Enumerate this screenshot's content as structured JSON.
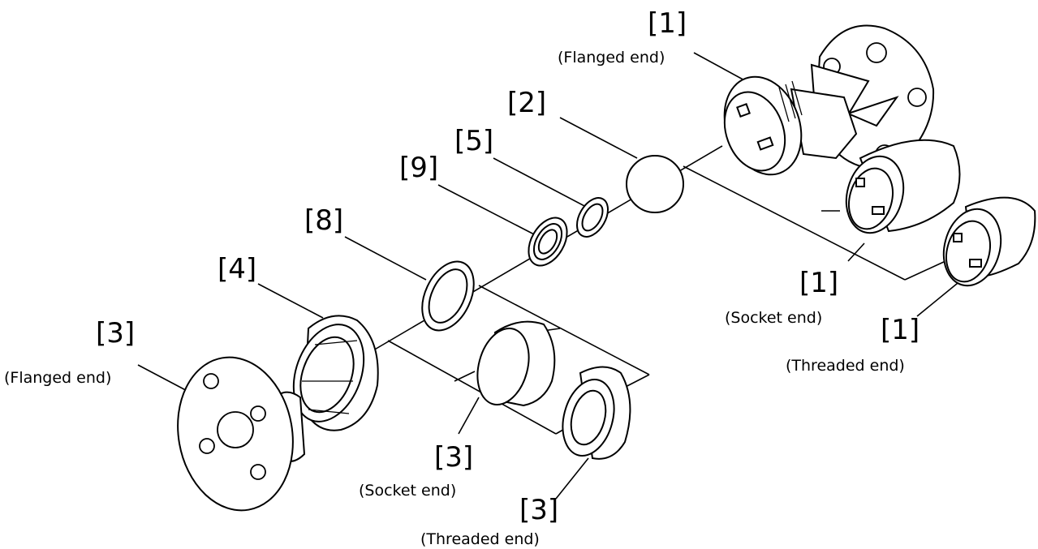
{
  "labels": {
    "part1_flanged": {
      "number": "[1]",
      "caption": "(Flanged end)"
    },
    "part2": {
      "number": "[2]"
    },
    "part5": {
      "number": "[5]"
    },
    "part9": {
      "number": "[9]"
    },
    "part8": {
      "number": "[8]"
    },
    "part4": {
      "number": "[4]"
    },
    "part3_flanged": {
      "number": "[3]",
      "caption": "(Flanged end)"
    },
    "part1_socket": {
      "number": "[1]",
      "caption": "(Socket end)"
    },
    "part1_threaded": {
      "number": "[1]",
      "caption": "(Threaded end)"
    },
    "part3_socket": {
      "number": "[3]",
      "caption": "(Socket end)"
    },
    "part3_threaded": {
      "number": "[3]",
      "caption": "(Threaded end)"
    }
  }
}
